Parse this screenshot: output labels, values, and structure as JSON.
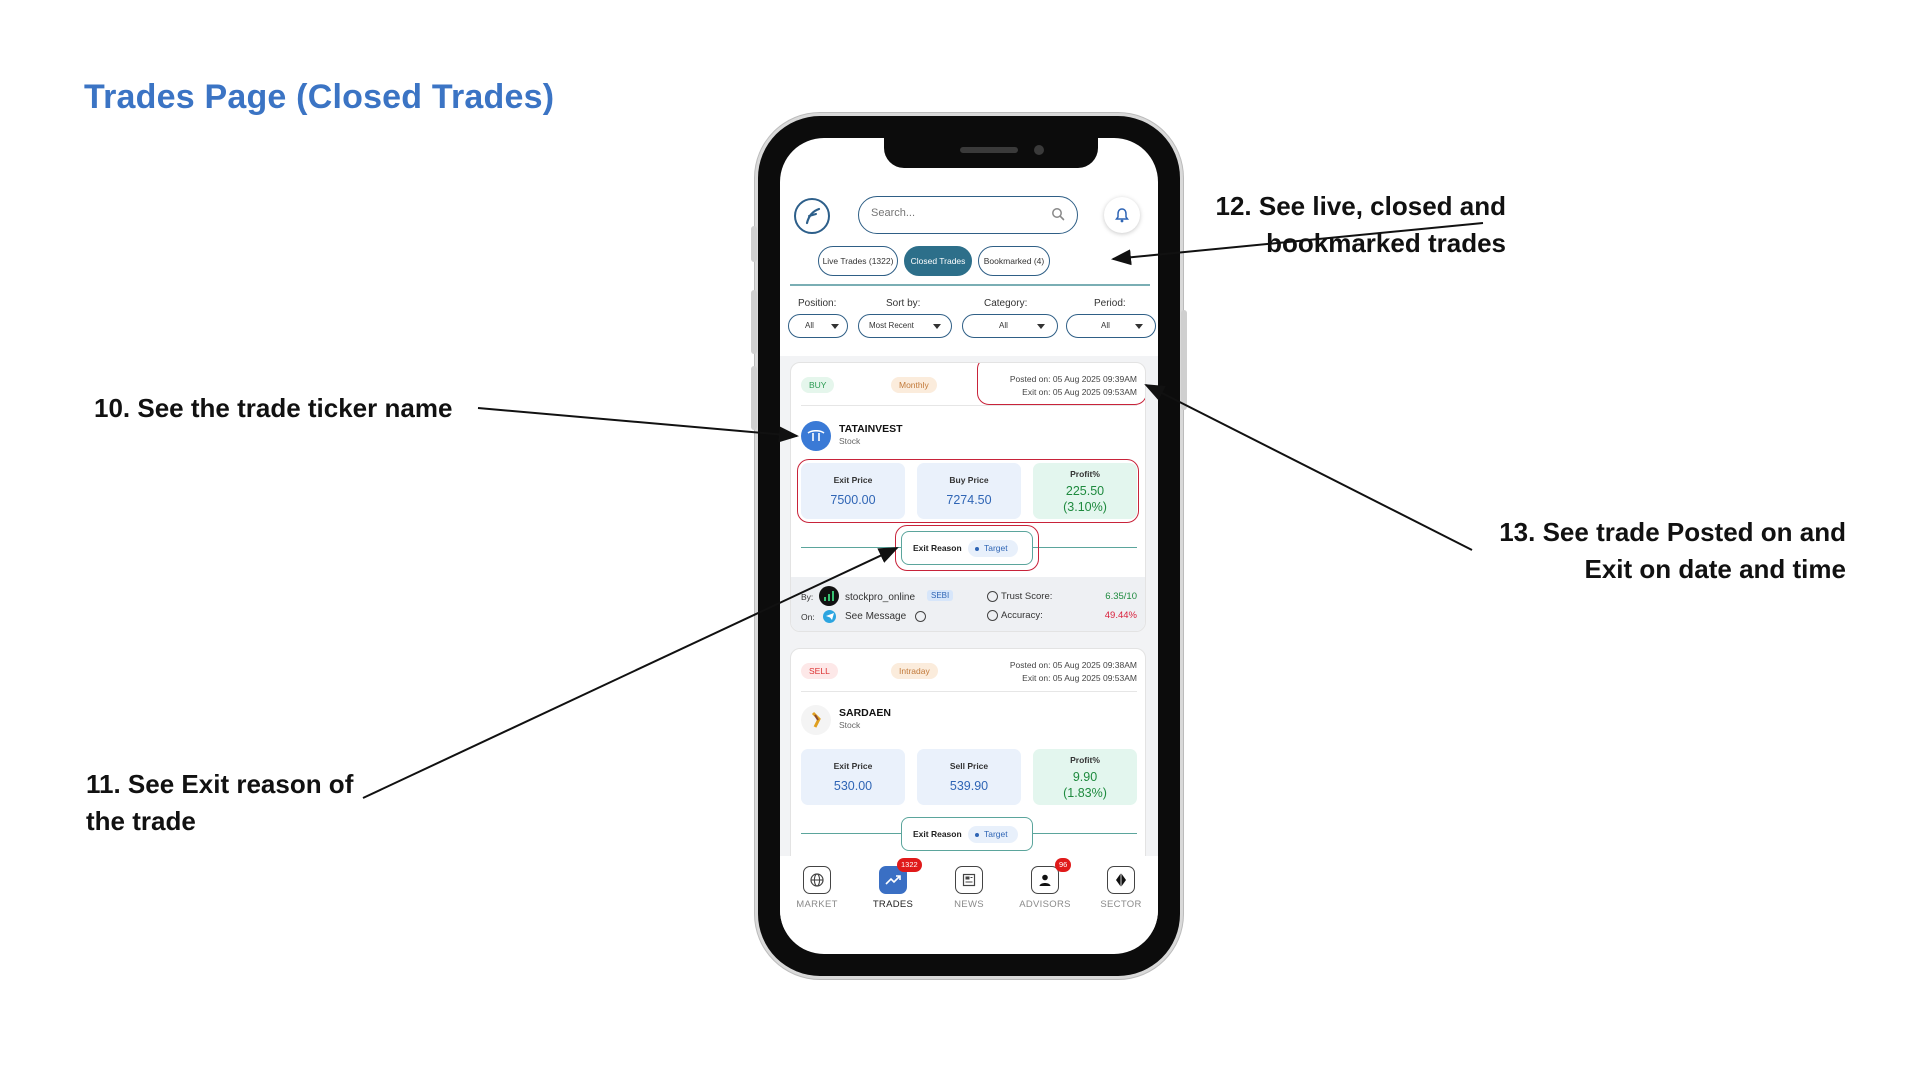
{
  "page_title": "Trades Page (Closed Trades)",
  "callouts": {
    "c10": "10. See the trade ticker name",
    "c11_line1": "11. See Exit reason of",
    "c11_line2": "the trade",
    "c12_line1": "12. See live, closed and",
    "c12_line2": "bookmarked trades",
    "c13_line1": "13. See trade Posted on and",
    "c13_line2": "Exit on date and time"
  },
  "app": {
    "search_placeholder": "Search...",
    "tabs": [
      {
        "label": "Live Trades (1322)"
      },
      {
        "label": "Closed Trades"
      },
      {
        "label": "Bookmarked (4)"
      }
    ],
    "filters": [
      {
        "label": "Position:",
        "value": "All"
      },
      {
        "label": "Sort by:",
        "value": "Most Recent"
      },
      {
        "label": "Category:",
        "value": "All"
      },
      {
        "label": "Period:",
        "value": "All"
      }
    ],
    "trades": [
      {
        "side": "BUY",
        "period": "Monthly",
        "posted_on": "Posted on: 05 Aug 2025 09:39AM",
        "exit_on": "Exit on: 05 Aug 2025 09:53AM",
        "ticker": "TATAINVEST",
        "type": "Stock",
        "exit_label": "Exit Price",
        "exit_price": "7500.00",
        "entry_label": "Buy Price",
        "entry_price": "7274.50",
        "profit_label": "Profit%",
        "profit_value": "225.50",
        "profit_pct": "(3.10%)",
        "reason_label": "Exit Reason",
        "reason": "Target",
        "by_label": "By:",
        "advisor": "stockpro_online",
        "advisor_tag": "SEBI",
        "on_label": "On:",
        "message_link": "See Message",
        "trust_label": "Trust Score:",
        "trust_value": "6.35/10",
        "accuracy_label": "Accuracy:",
        "accuracy_value": "49.44%"
      },
      {
        "side": "SELL",
        "period": "Intraday",
        "posted_on": "Posted on: 05 Aug 2025 09:38AM",
        "exit_on": "Exit on: 05 Aug 2025 09:53AM",
        "ticker": "SARDAEN",
        "type": "Stock",
        "exit_label": "Exit Price",
        "exit_price": "530.00",
        "entry_label": "Sell Price",
        "entry_price": "539.90",
        "profit_label": "Profit%",
        "profit_value": "9.90",
        "profit_pct": "(1.83%)",
        "reason_label": "Exit Reason",
        "reason": "Target"
      }
    ],
    "nav": [
      {
        "label": "MARKET",
        "icon": "globe-icon"
      },
      {
        "label": "TRADES",
        "icon": "trending-up-icon",
        "badge": "1322"
      },
      {
        "label": "NEWS",
        "icon": "newspaper-icon"
      },
      {
        "label": "ADVISORS",
        "icon": "person-icon",
        "badge": "96"
      },
      {
        "label": "SECTOR",
        "icon": "diamond-icon"
      }
    ]
  },
  "colors": {
    "title_blue": "#3b74c4",
    "accent_teal": "#2d6f8a",
    "highlight_red": "#c8233a",
    "profit_green": "#1e8a3e",
    "price_blue": "#2f65b5"
  }
}
